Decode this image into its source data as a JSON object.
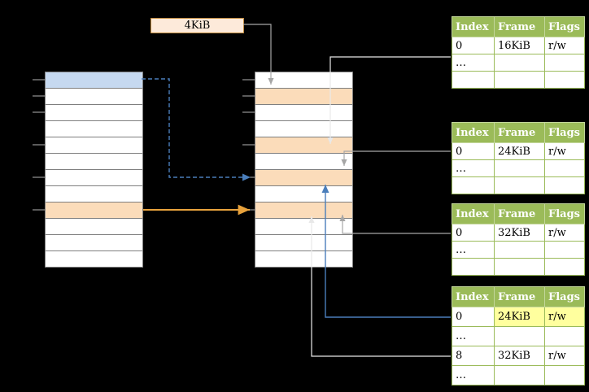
{
  "address_box": {
    "label": "4KiB"
  },
  "virtual_memory": {
    "row_count": 12
  },
  "physical_memory": {
    "row_count": 12
  },
  "page_tables": [
    {
      "headers": [
        "Index",
        "Frame",
        "Flags"
      ],
      "rows": [
        [
          "0",
          "16KiB",
          "r/w"
        ],
        [
          "…",
          "",
          ""
        ],
        [
          "",
          "",
          ""
        ]
      ]
    },
    {
      "headers": [
        "Index",
        "Frame",
        "Flags"
      ],
      "rows": [
        [
          "0",
          "24KiB",
          "r/w"
        ],
        [
          "…",
          "",
          ""
        ],
        [
          "",
          "",
          ""
        ]
      ]
    },
    {
      "headers": [
        "Index",
        "Frame",
        "Flags"
      ],
      "rows": [
        [
          "0",
          "32KiB",
          "r/w"
        ],
        [
          "…",
          "",
          ""
        ],
        [
          "",
          "",
          ""
        ]
      ]
    },
    {
      "headers": [
        "Index",
        "Frame",
        "Flags"
      ],
      "rows": [
        [
          "0",
          "24KiB",
          "r/w"
        ],
        [
          "…",
          "",
          ""
        ],
        [
          "8",
          "32KiB",
          "r/w"
        ],
        [
          "…",
          "",
          ""
        ]
      ]
    }
  ],
  "colors": {
    "background": "#000000",
    "table_header_green": "#9bbb59",
    "table_border_green": "#9bbb59",
    "highlight_yellow": "#ffff9e",
    "frame_highlight_orange": "#fbdcba",
    "page_highlight_blue": "#c6d9f0",
    "box_fill_peach": "#fdeada",
    "arrow_orange": "#e8a23c",
    "arrow_blue": "#4a7ebb",
    "arrow_gray": "#a6a6a6",
    "memory_border_gray": "#7f7f7f"
  }
}
